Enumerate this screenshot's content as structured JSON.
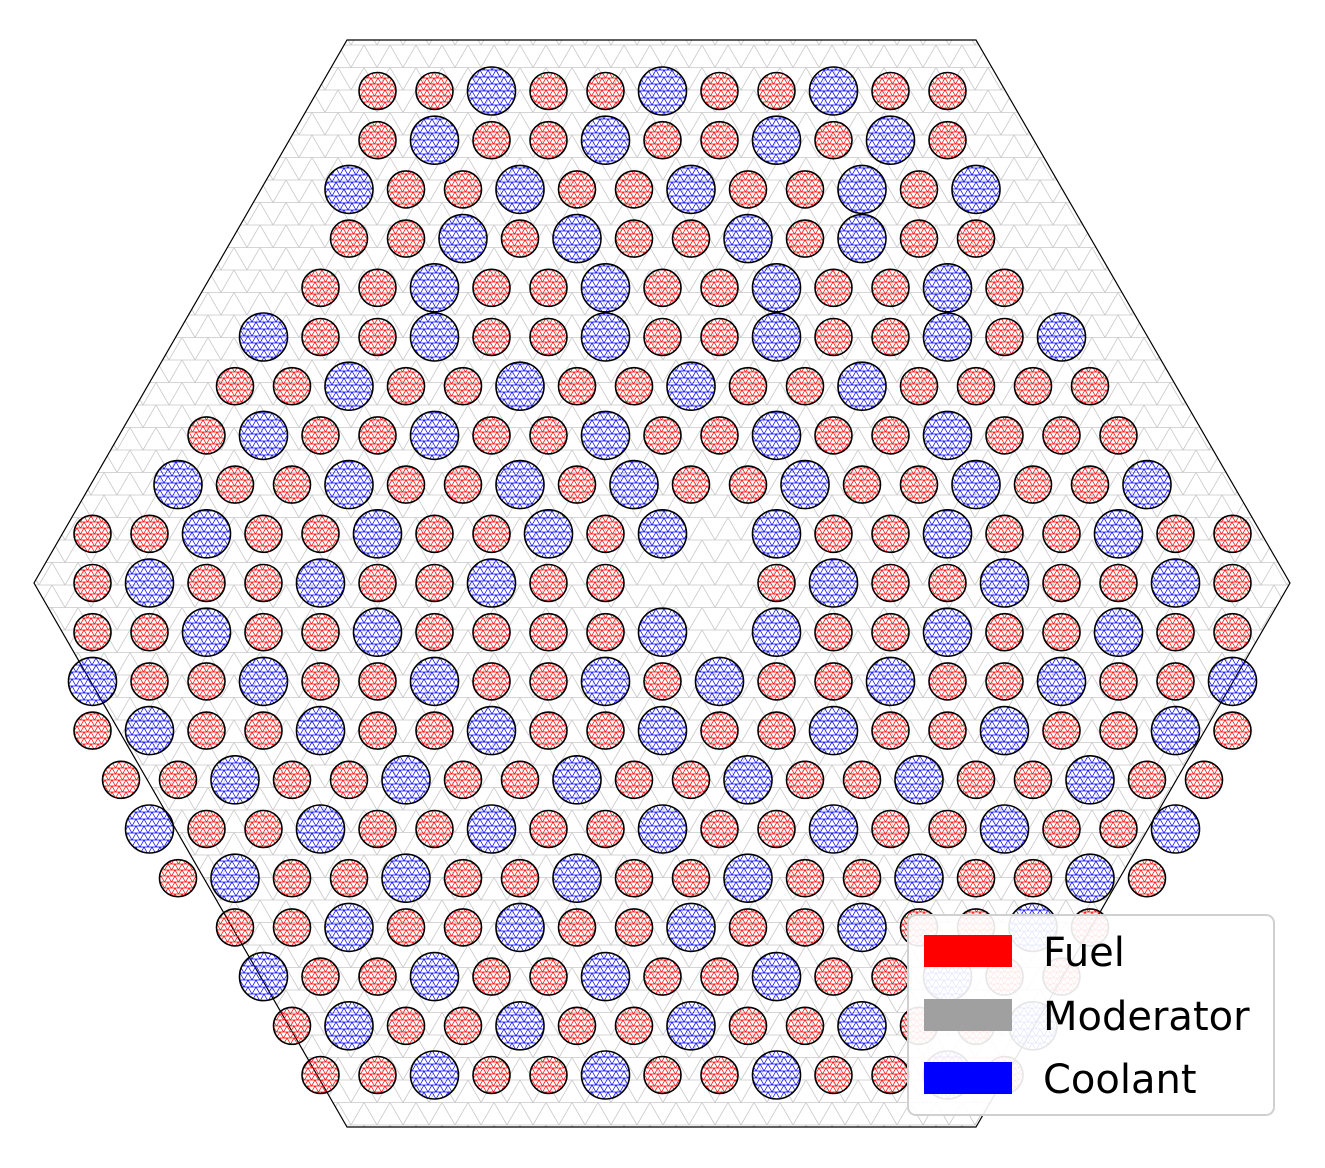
{
  "legend": {
    "items": [
      {
        "label": "Fuel",
        "color": "#ff0000"
      },
      {
        "label": "Moderator",
        "color": "#a0a0a0"
      },
      {
        "label": "Coolant",
        "color": "#0000ff"
      }
    ]
  },
  "colors": {
    "fuel": "#ff0000",
    "moderator_mesh": "#c8c8c8",
    "coolant": "#0000ff",
    "pin_outline": "#000000",
    "boundary": "#000000"
  },
  "lattice": {
    "pattern": [
      "FFCFFCFFCFF",
      "FCFFCFFCFCF",
      "CFFCFFCFFCFC",
      "FFCFCFFCFCFF",
      "FFCFFCFFCFFCF",
      "CFFCFFCFFCFFCFC",
      "FFCFFCFFCFFCFFFF",
      "FCFFCFFCFFCFFCFFF",
      "CFFCFFCFCFFCFFCFFC",
      "FFCFFCFFCFC_CFFCFFCFF",
      "FCFFCFFCFF__FCFFCFFCF",
      "FFCFFCFFFFC_CFFCFFCFF",
      "CFFCFFCFFCFCFFCFFCFFC",
      "FCFFCFFCFFCFFCFFCFFCF",
      "FFCFFCFFCFFCFFCFFCFF",
      "CFFCFFCFFCFFCFFCFFC",
      "FCFFCFFCFFCFFCFFCF",
      "FFCFFCFFCFFCFFCF",
      "CFFCFFCFFCFFCFF",
      "FCFFCFFCFFCFFC",
      "FFCFFCFFCFFCF"
    ]
  }
}
